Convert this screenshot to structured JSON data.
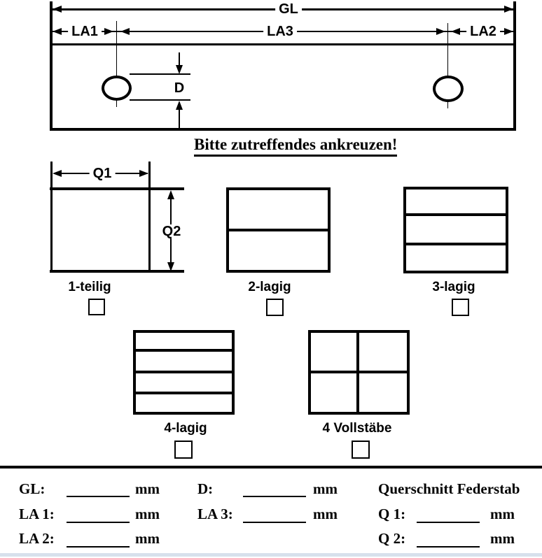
{
  "diagram": {
    "overall_length_label": "GL",
    "la1_label": "LA1",
    "la3_label": "LA3",
    "la2_label": "LA2",
    "hole_diameter_label": "D"
  },
  "heading": "Bitte zutreffendes ankreuzen!",
  "cross_sections": {
    "q1_label": "Q1",
    "q2_label": "Q2",
    "options": [
      {
        "label": "1-teilig",
        "checked": false
      },
      {
        "label": "2-lagig",
        "checked": false
      },
      {
        "label": "3-lagig",
        "checked": false
      },
      {
        "label": "4-lagig",
        "checked": false
      },
      {
        "label": "4 Vollstäbe",
        "checked": false
      }
    ]
  },
  "form": {
    "section_heading": "Querschnitt Federstab",
    "unit": "mm",
    "fields": [
      {
        "label": "GL:",
        "value": ""
      },
      {
        "label": "D:",
        "value": ""
      },
      {
        "label": "LA 1:",
        "value": ""
      },
      {
        "label": "LA 3:",
        "value": ""
      },
      {
        "label": "Q 1:",
        "value": ""
      },
      {
        "label": "LA 2:",
        "value": ""
      },
      {
        "label": "Q 2:",
        "value": ""
      }
    ]
  },
  "colors": {
    "ink": "#000000",
    "footer_band": "#d7e1ec"
  }
}
